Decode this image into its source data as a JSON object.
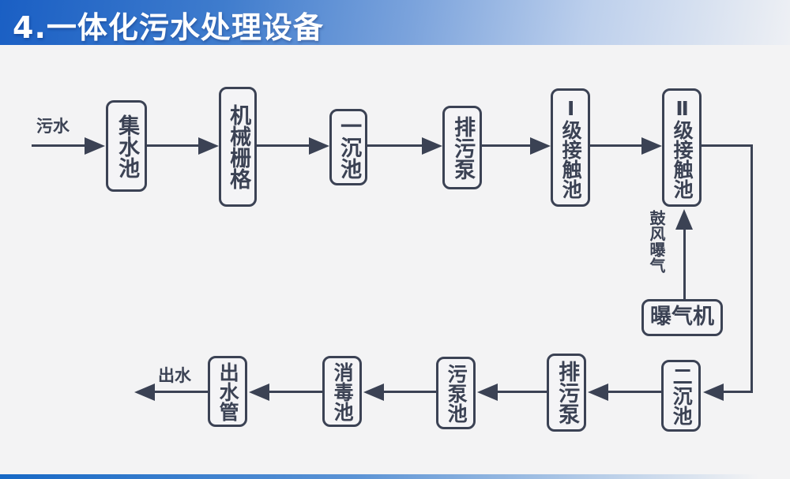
{
  "slide": {
    "title": "4.一体化污水处理设备"
  },
  "colors": {
    "title_bar_blue": "#1a5fc4",
    "line_and_text": "#3b4254",
    "background": "#f3f3f4",
    "bottom_bar_blue": "#1668c5"
  },
  "flow": {
    "input_label": "污水",
    "output_label": "出水",
    "aeration_label": "鼓风曝气",
    "nodes": [
      {
        "id": "collection-tank",
        "label": "集水池"
      },
      {
        "id": "mechanical-screen",
        "label": "机械栅格"
      },
      {
        "id": "primary-sedimentation-tank",
        "label": "一沉池"
      },
      {
        "id": "sewage-discharge-pump-top",
        "label": "排污泵"
      },
      {
        "id": "level-1-contact-tank",
        "label": "Ⅰ级接触池"
      },
      {
        "id": "level-2-contact-tank",
        "label": "Ⅱ级接触池"
      },
      {
        "id": "aerator",
        "label": "曝气机"
      },
      {
        "id": "secondary-sedimentation-tank",
        "label": "二沉池"
      },
      {
        "id": "sewage-discharge-pump-bottom",
        "label": "排污泵"
      },
      {
        "id": "sludge-pump-tank",
        "label": "污泵池"
      },
      {
        "id": "disinfection-tank",
        "label": "消毒池"
      },
      {
        "id": "outlet-pipe",
        "label": "出水管"
      }
    ]
  }
}
